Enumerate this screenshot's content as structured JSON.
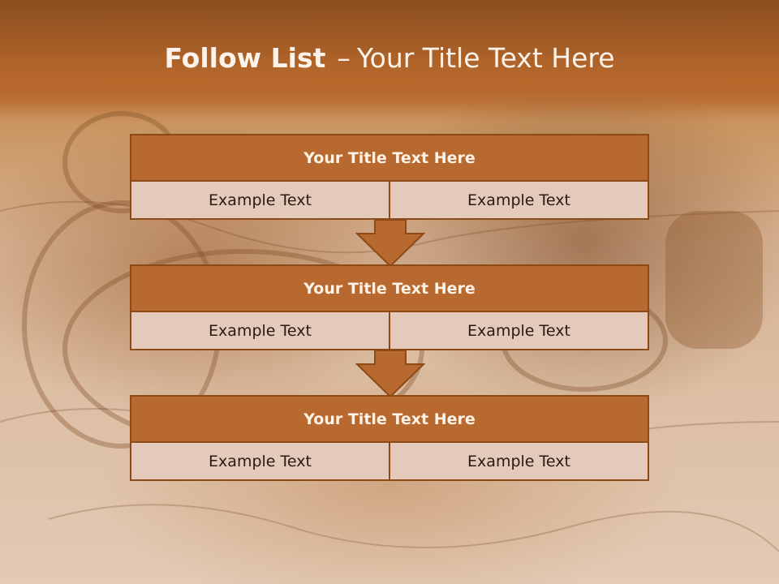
{
  "slide": {
    "title_bold": "Follow List",
    "title_dash": "–",
    "title_rest": "Your Title Text Here"
  },
  "blocks": [
    {
      "title": "Your Title Text Here",
      "left": "Example Text",
      "right": "Example Text"
    },
    {
      "title": "Your Title Text Here",
      "left": "Example Text",
      "right": "Example Text"
    },
    {
      "title": "Your Title Text Here",
      "left": "Example Text",
      "right": "Example Text"
    }
  ],
  "colors": {
    "header_fill": "#b8692f",
    "border": "#8c4a17",
    "cell_fill": "#e4cabb",
    "arrow_fill": "#b8692f"
  },
  "icons": {
    "arrow": "down-arrow-icon"
  }
}
